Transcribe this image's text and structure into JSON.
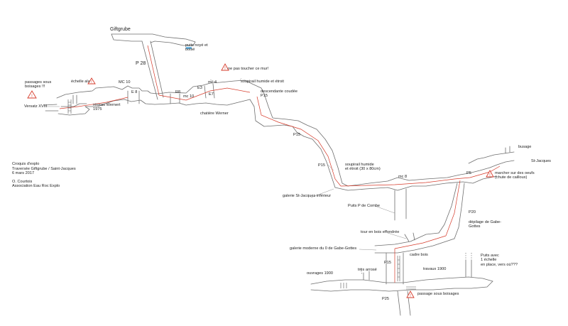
{
  "title": "Giftgrube",
  "info": {
    "line1": "Croquis d'explo",
    "line2": "Traversée Giftgrube / Saint-Jacques",
    "line3": "6 mars 2017",
    "line4": "O. Courtois",
    "line5": "Association Eau Roc Explo"
  },
  "labels": {
    "puits_noye": "puits noyé et\nboisé",
    "p28": "P 28",
    "ne_pas_toucher": "ne pas toucher ce mur!",
    "passages_sous_boisages": "passages sous\nboisages !!!",
    "echelle_alu": "échelle alu",
    "mc10a": "MC 10",
    "mc4": "mc 4",
    "e3": "E3",
    "soupirail1": "soupirail humide et étroit",
    "e8": "E 8",
    "r8": "R8",
    "mc10b": "mc 10",
    "e7": "E7",
    "descendante": "descendante coudée\nP15",
    "versatz": "Versatz XVIII",
    "reseau_wernert": "réseau Wernert\n1975",
    "chatiere": "chatière Werner",
    "p15a": "P15",
    "soupirail2": "soupirail humide\net étroit (30 x 80cm)",
    "p15b": "P15",
    "mc8": "mc 8",
    "galerie_sj": "galerie St-Jacques inférieur",
    "puits_combe": "Puits P de Combe",
    "busage": "busage",
    "st_jacques": "St-Jacques",
    "p5": "P5",
    "marcher": "marcher sur des oeufs\n(chute de cailloux)",
    "p20": "P20",
    "depilage": "dépilage de Gabe-\nGottes",
    "tour": "tour en bois effondrée",
    "galerie_moderne": "galerie moderne du 0 de Gabe-Gottes",
    "cadre_bois": "cadre bois",
    "p15c": "P15",
    "puits_echelle": "Puits avec\n1 échelle\nen place, vers où???",
    "ouvrages": "ouvrages 1900",
    "tres_arrose": "très arrosé",
    "travaux": "travaux 1900",
    "passage_sous_boisages": "passage sous boisages",
    "p25": "P25"
  },
  "colors": {
    "wall": "#6e6e6e",
    "path": "#d63a2a",
    "warning": "#d63a2a",
    "water": "#6cb8e6",
    "text": "#222222"
  },
  "icons": [
    "warning-icon",
    "water-icon",
    "ladder-icon"
  ]
}
